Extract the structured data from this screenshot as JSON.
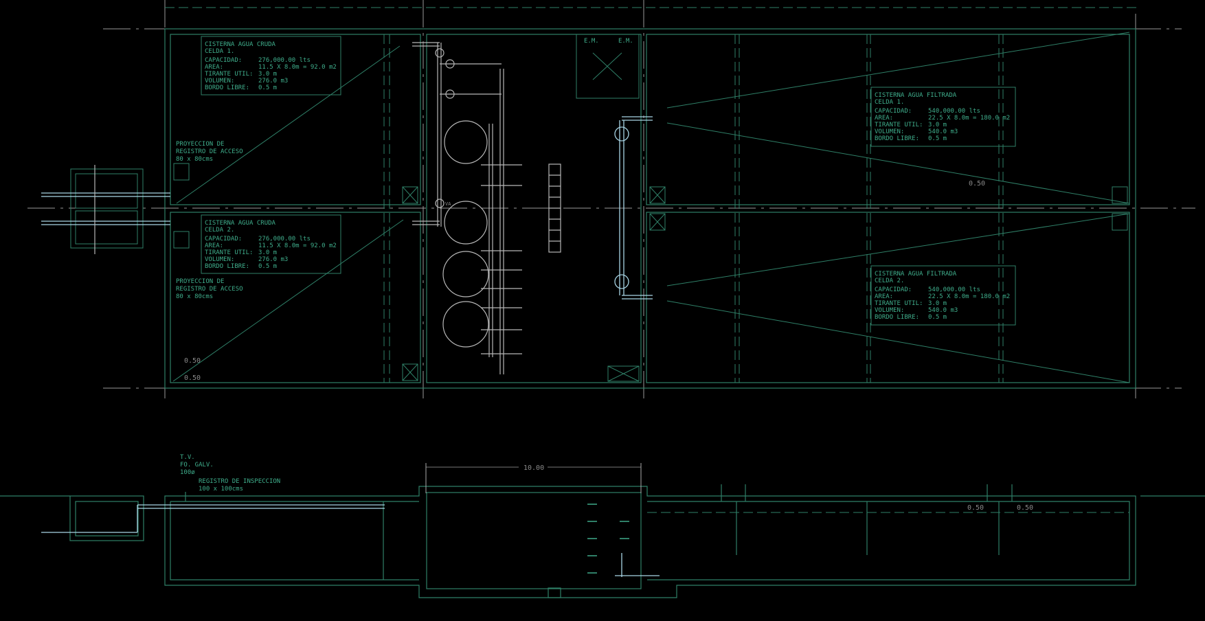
{
  "plan": {
    "raw_cells": [
      {
        "title": "CISTERNA AGUA CRUDA",
        "cell": "CELDA 1.",
        "rows": [
          [
            "CAPACIDAD:",
            "276,000.00 lts"
          ],
          [
            "AREA:",
            "11.5 X 8.0m = 92.0 m2"
          ],
          [
            "TIRANTE UTIL:",
            "3.0 m"
          ],
          [
            "VOLUMEN:",
            "276.0 m3"
          ],
          [
            "BORDO LIBRE:",
            "0.5 m"
          ]
        ]
      },
      {
        "title": "CISTERNA AGUA CRUDA",
        "cell": "CELDA 2.",
        "rows": [
          [
            "CAPACIDAD:",
            "276,000.00 lts"
          ],
          [
            "AREA:",
            "11.5 X 8.0m = 92.0 m2"
          ],
          [
            "TIRANTE UTIL:",
            "3.0 m"
          ],
          [
            "VOLUMEN:",
            "276.0 m3"
          ],
          [
            "BORDO LIBRE:",
            "0.5 m"
          ]
        ]
      }
    ],
    "filtered_cells": [
      {
        "title": "CISTERNA AGUA FILTRADA",
        "cell": "CELDA 1.",
        "rows": [
          [
            "CAPACIDAD:",
            "540,000.00 lts"
          ],
          [
            "AREA:",
            "22.5 X 8.0m = 180.0 m2"
          ],
          [
            "TIRANTE UTIL:",
            "3.0 m"
          ],
          [
            "VOLUMEN:",
            "540.0 m3"
          ],
          [
            "BORDO LIBRE:",
            "0.5 m"
          ]
        ]
      },
      {
        "title": "CISTERNA AGUA FILTRADA",
        "cell": "CELDA 2.",
        "rows": [
          [
            "CAPACIDAD:",
            "540,000.00 lts"
          ],
          [
            "AREA:",
            "22.5 X 8.0m = 180.0 m2"
          ],
          [
            "TIRANTE UTIL:",
            "3.0 m"
          ],
          [
            "VOLUMEN:",
            "540.0 m3"
          ],
          [
            "BORDO LIBRE:",
            "0.5 m"
          ]
        ]
      }
    ],
    "access_note": [
      "PROYECCION DE",
      "REGISTRO DE ACCESO",
      "80 x 80cms"
    ],
    "em_label": "E.M.",
    "valve_label": "VA",
    "dim_050": "0.50"
  },
  "section": {
    "vent_note": [
      "T.V.",
      "FO. GALV.",
      "100ø"
    ],
    "inspection_note": [
      "REGISTRO DE INSPECCION",
      "100 x 100cms"
    ],
    "dim_width": "10.00",
    "dim_050": "0.50"
  },
  "colors": {
    "walls": "#2f8068",
    "text": "#3fae8c",
    "piping": "#b8b8b8",
    "filter_piping": "#a9d6e6",
    "background": "#000000"
  }
}
